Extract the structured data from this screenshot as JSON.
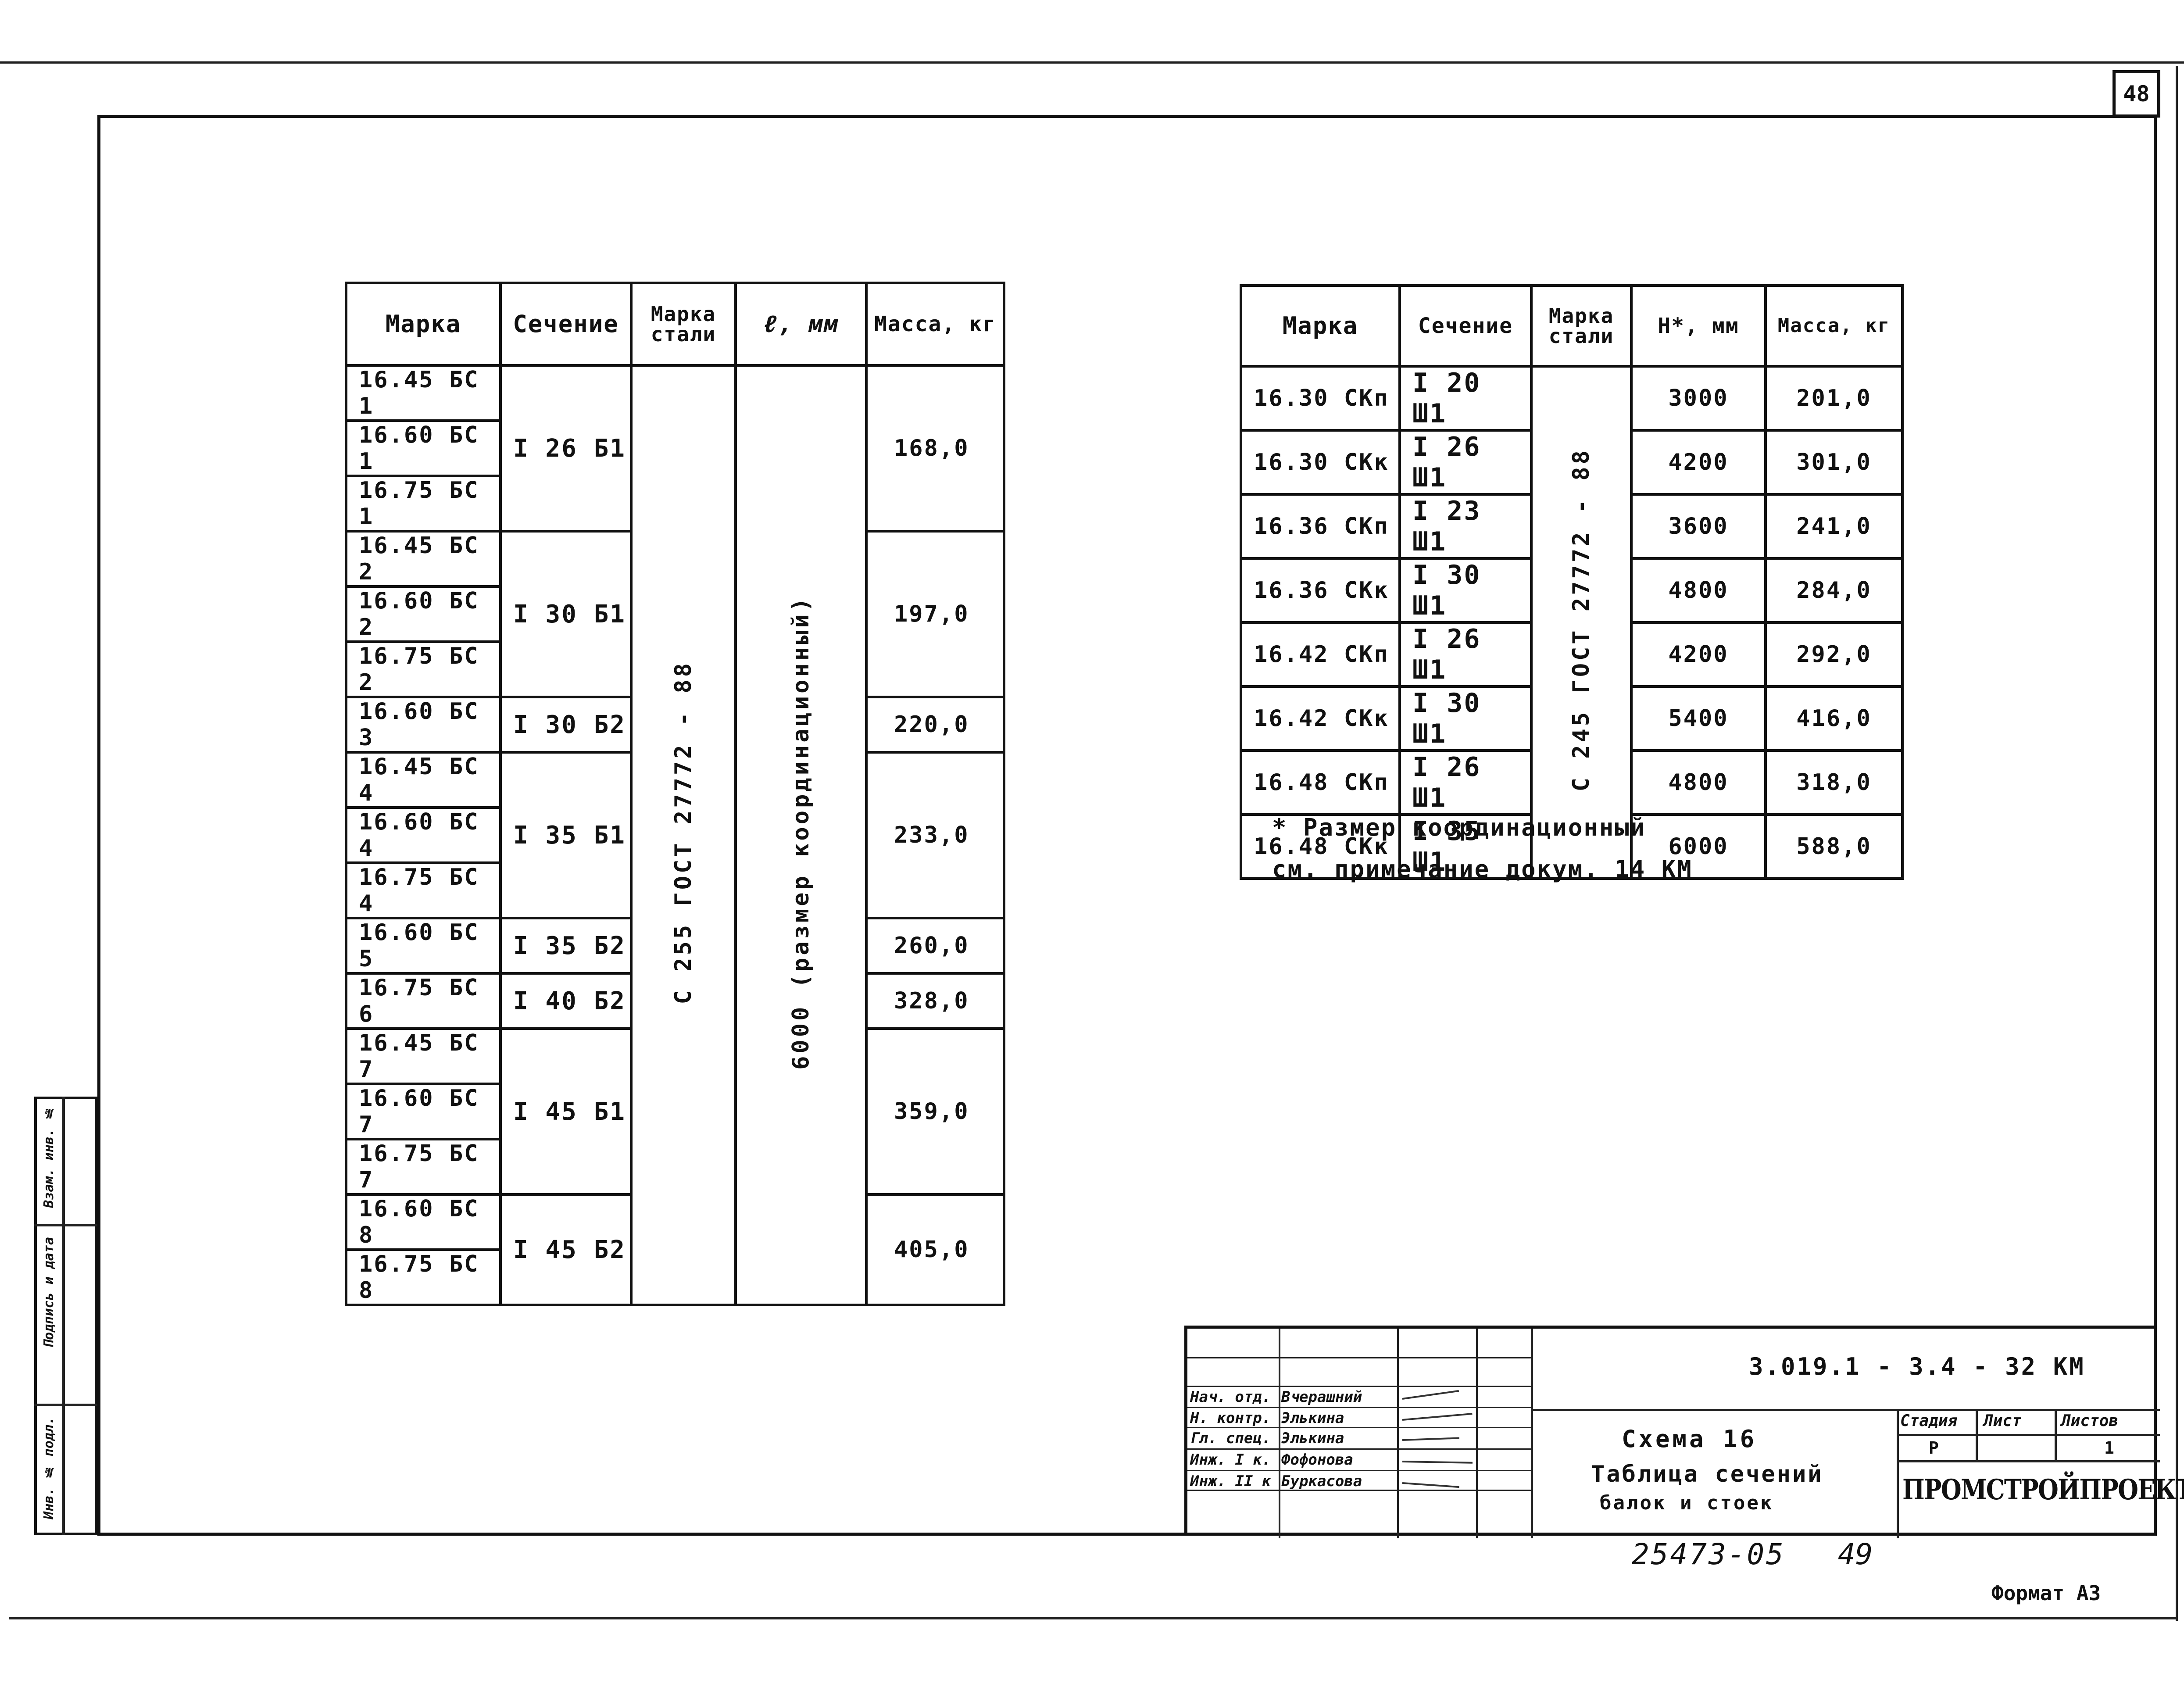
{
  "sheet_number": "48",
  "table1": {
    "headers": [
      "Марка",
      "Сечение",
      "Марка стали",
      "ℓ, мм",
      "Масса, кг"
    ],
    "steel_grade": "С 255 ГОСТ 27772 - 88",
    "length": "6000 (размер координационный)",
    "groups": [
      {
        "marks": [
          "16.45 БС 1",
          "16.60 БС 1",
          "16.75 БС 1"
        ],
        "section": "I 26 Б1",
        "mass": "168,0"
      },
      {
        "marks": [
          "16.45 БС 2",
          "16.60 БС 2",
          "16.75 БС 2"
        ],
        "section": "I 30 Б1",
        "mass": "197,0"
      },
      {
        "marks": [
          "16.60 БС 3"
        ],
        "section": "I 30 Б2",
        "mass": "220,0"
      },
      {
        "marks": [
          "16.45 БС 4",
          "16.60 БС 4",
          "16.75 БС 4"
        ],
        "section": "I 35 Б1",
        "mass": "233,0"
      },
      {
        "marks": [
          "16.60 БС 5"
        ],
        "section": "I 35 Б2",
        "mass": "260,0"
      },
      {
        "marks": [
          "16.75 БС 6"
        ],
        "section": "I 40 Б2",
        "mass": "328,0"
      },
      {
        "marks": [
          "16.45 БС 7",
          "16.60 БС 7",
          "16.75 БС 7"
        ],
        "section": "I 45 Б1",
        "mass": "359,0"
      },
      {
        "marks": [
          "16.60 БС 8",
          "16.75 БС 8"
        ],
        "section": "I 45 Б2",
        "mass": "405,0"
      }
    ]
  },
  "table2": {
    "headers": [
      "Марка",
      "Сечение",
      "Марка стали",
      "H*, мм",
      "Масса, кг"
    ],
    "steel_grade": "С 245 ГОСТ 27772 - 88",
    "rows": [
      {
        "mark": "16.30 СКп",
        "section": "I 20 Ш1",
        "h": "3000",
        "mass": "201,0"
      },
      {
        "mark": "16.30 СКк",
        "section": "I 26 Ш1",
        "h": "4200",
        "mass": "301,0"
      },
      {
        "mark": "16.36 СКп",
        "section": "I 23 Ш1",
        "h": "3600",
        "mass": "241,0"
      },
      {
        "mark": "16.36 СКк",
        "section": "I 30 Ш1",
        "h": "4800",
        "mass": "284,0"
      },
      {
        "mark": "16.42 СКп",
        "section": "I 26 Ш1",
        "h": "4200",
        "mass": "292,0"
      },
      {
        "mark": "16.42 СКк",
        "section": "I 30 Ш1",
        "h": "5400",
        "mass": "416,0"
      },
      {
        "mark": "16.48 СКп",
        "section": "I 26 Ш1",
        "h": "4800",
        "mass": "318,0"
      },
      {
        "mark": "16.48 СКк",
        "section": "I 35 Ш1",
        "h": "6000",
        "mass": "588,0"
      }
    ]
  },
  "note": {
    "line1": "* Размер координационный",
    "line2": "см. примечание докум. 14 КМ"
  },
  "title_block": {
    "doc_code": "3.019.1 - 3.4 - 32 КМ",
    "roles": [
      "Нач. отд.",
      "Н. контр.",
      "Гл. спец.",
      "Инж. I к.",
      "Инж. II к"
    ],
    "names": [
      "Вчерашний",
      "Элькина",
      "Элькина",
      "Фофонова",
      "Буркасова"
    ],
    "title_line1": "Схема 16",
    "title_line2": "Таблица сечений",
    "title_line3": "балок и стоек",
    "stage_label": "Стадия",
    "sheet_label": "Лист",
    "sheets_label": "Листов",
    "stage": "Р",
    "sheet": "",
    "sheets": "1",
    "organization": "ПРОМСТРОЙПРОЕКТ"
  },
  "side_stamp": {
    "field1": "Взам. инв. №",
    "field2": "Подпись и дата",
    "field3": "Инв. № подл."
  },
  "footer": {
    "archive_number": "25473-05",
    "page": "49",
    "format": "Формат А3"
  }
}
